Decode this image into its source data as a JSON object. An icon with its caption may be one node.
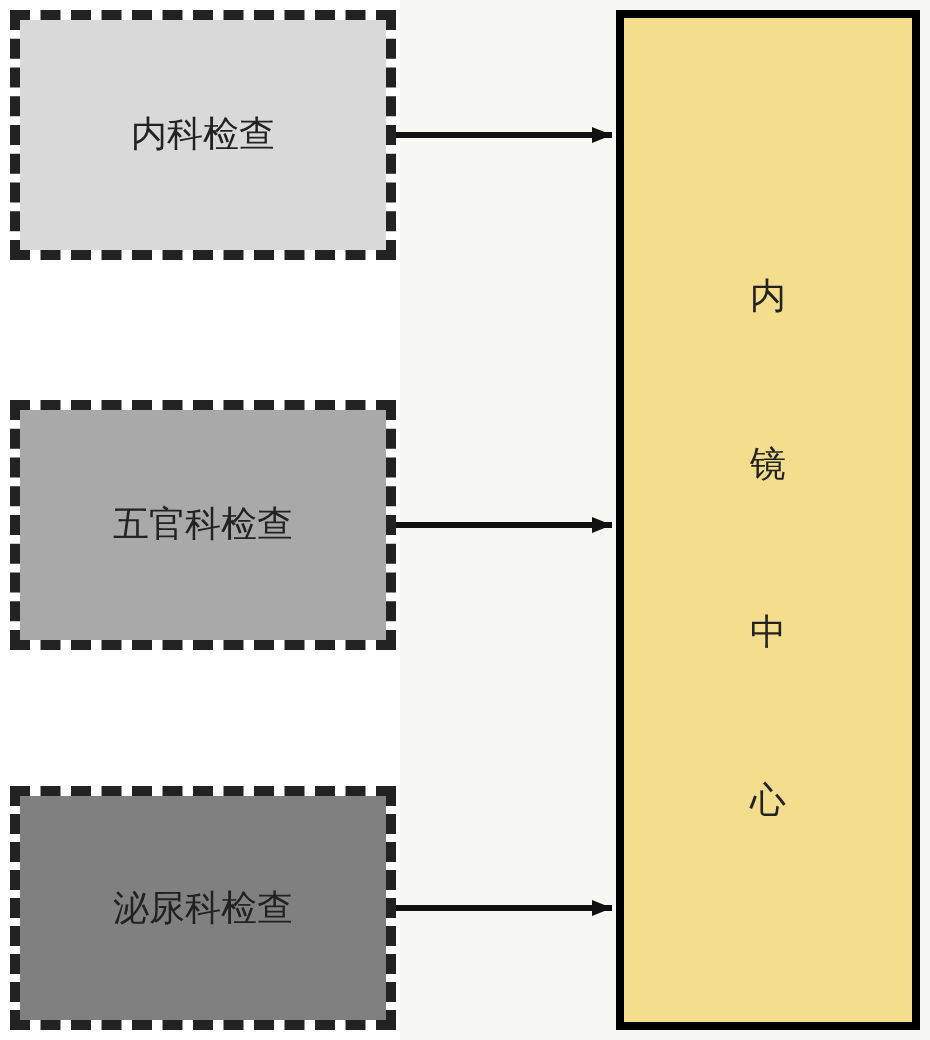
{
  "diagram": {
    "nodes": [
      {
        "text": [
          "内科检查"
        ]
      },
      {
        "text": [
          "五官科检查"
        ]
      },
      {
        "text": [
          "泌尿科检查"
        ]
      },
      {
        "text": [
          "内镜中心"
        ]
      }
    ],
    "edges": [
      {
        "from": 0,
        "to": 3,
        "arrow": "to"
      },
      {
        "from": 1,
        "to": 3,
        "arrow": "to"
      },
      {
        "from": 2,
        "to": 3,
        "arrow": "to"
      }
    ]
  }
}
